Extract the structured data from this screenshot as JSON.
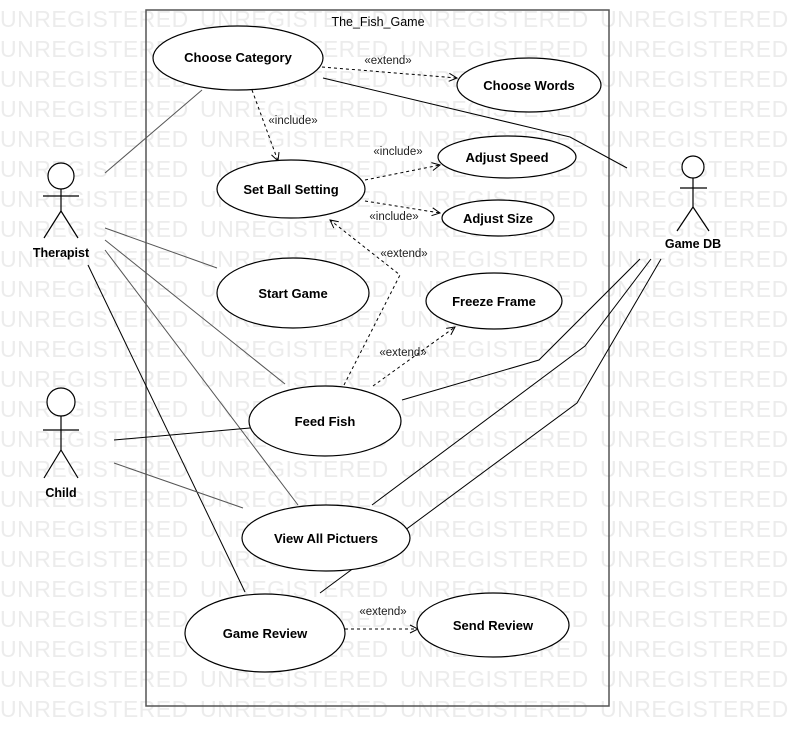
{
  "watermark": "UNREGISTERED",
  "system": {
    "title": "The_Fish_Game"
  },
  "actors": {
    "therapist": "Therapist",
    "child": "Child",
    "game_db": "Game DB"
  },
  "use_cases": {
    "choose_category": "Choose Category",
    "choose_words": "Choose Words",
    "set_ball_setting": "Set Ball Setting",
    "adjust_speed": "Adjust Speed",
    "adjust_size": "Adjust Size",
    "start_game": "Start Game",
    "freeze_frame": "Freeze Frame",
    "feed_fish": "Feed Fish",
    "view_all_pictuers": "View All Pictuers",
    "game_review": "Game Review",
    "send_review": "Send Review"
  },
  "relations": {
    "extend_choose_words": "«extend»",
    "include_set_ball": "«include»",
    "include_adjust_speed": "«include»",
    "include_adjust_size": "«include»",
    "extend_feed_set_ball": "«extend»",
    "extend_freeze_frame": "«extend»",
    "extend_send_review": "«extend»"
  }
}
